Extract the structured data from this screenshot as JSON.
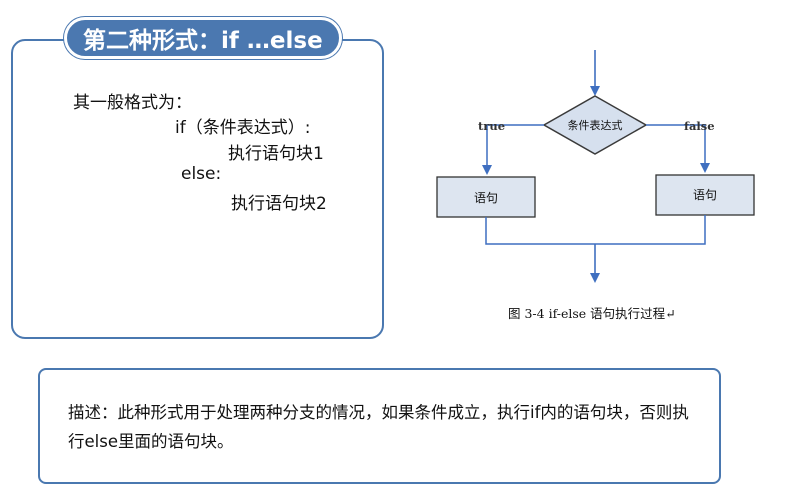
{
  "title": "第二种形式：if …else",
  "syntax": {
    "line1": "其一般格式为：",
    "line2": "if（条件表达式）:",
    "line3": "执行语句块1",
    "line4": "else:",
    "line5": "执行语句块2"
  },
  "flowchart": {
    "condition": "条件表达式",
    "true_label": "true",
    "false_label": "false",
    "true_block": "语句",
    "false_block": "语句",
    "caption": "图 3-4 if-else 语句执行过程↵"
  },
  "description": "描述：此种形式用于处理两种分支的情况，如果条件成立，执行if内的语句块，否则执行else里面的语句块。",
  "colors": {
    "accent": "#4b78b0",
    "arrow": "#3f6fc0",
    "diamond_fill": "#d6e0ee",
    "block_fill": "#dde5f0"
  }
}
